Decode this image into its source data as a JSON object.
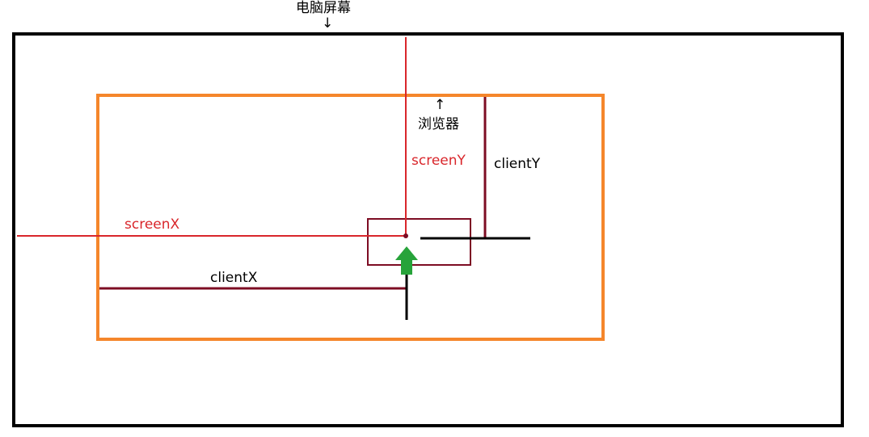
{
  "labels": {
    "screen": "电脑屏幕",
    "screen_arrow": "↓",
    "browser": "浏览器",
    "browser_arrow": "↑",
    "screenX": "screenX",
    "screenY": "screenY",
    "clientX": "clientX",
    "clientY": "clientY"
  },
  "colors": {
    "screen_border": "#000000",
    "browser_border": "#f5862b",
    "screen_lines": "#d9262b",
    "client_lines": "#7d0c23",
    "cursor_arrow": "#27a33a",
    "crosshair": "#000000"
  },
  "icons": {
    "cursor": "up-arrow-icon"
  }
}
